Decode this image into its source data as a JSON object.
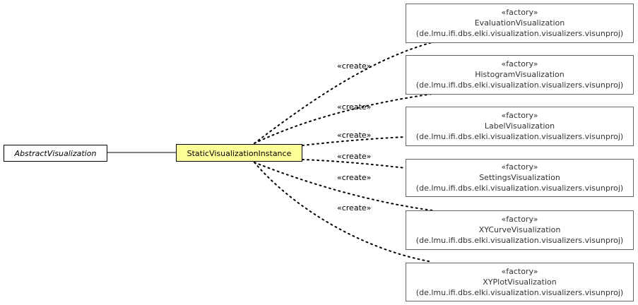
{
  "abstract_class": {
    "name": "AbstractVisualization"
  },
  "main_class": {
    "name": "StaticVisualizationInstance"
  },
  "factories": [
    {
      "stereotype": "«factory»",
      "name": "EvaluationVisualization",
      "package": "(de.lmu.ifi.dbs.elki.visualization.visualizers.visunproj)",
      "edge_label": "«create»"
    },
    {
      "stereotype": "«factory»",
      "name": "HistogramVisualization",
      "package": "(de.lmu.ifi.dbs.elki.visualization.visualizers.visunproj)",
      "edge_label": "«create»"
    },
    {
      "stereotype": "«factory»",
      "name": "LabelVisualization",
      "package": "(de.lmu.ifi.dbs.elki.visualization.visualizers.visunproj)",
      "edge_label": "«create»"
    },
    {
      "stereotype": "«factory»",
      "name": "SettingsVisualization",
      "package": "(de.lmu.ifi.dbs.elki.visualization.visualizers.visunproj)",
      "edge_label": "«create»"
    },
    {
      "stereotype": "«factory»",
      "name": "XYCurveVisualization",
      "package": "(de.lmu.ifi.dbs.elki.visualization.visualizers.visunproj)",
      "edge_label": "«create»"
    },
    {
      "stereotype": "«factory»",
      "name": "XYPlotVisualization",
      "package": "(de.lmu.ifi.dbs.elki.visualization.visualizers.visunproj)",
      "edge_label": "«create»"
    }
  ]
}
